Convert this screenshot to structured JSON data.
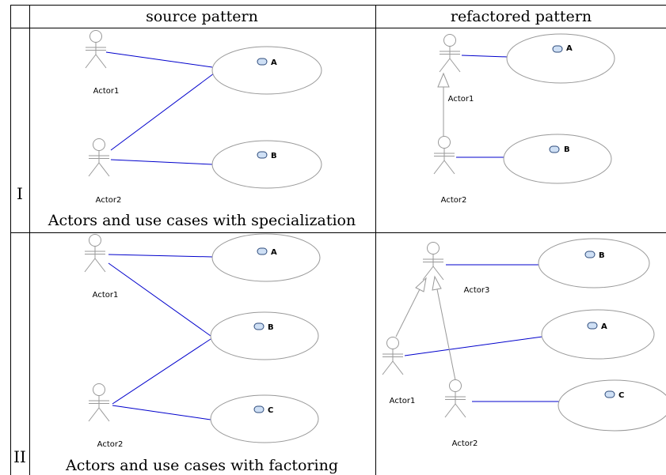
{
  "table": {
    "header_left": "source pattern",
    "header_right": "refactored pattern",
    "rows": [
      {
        "label": "I",
        "caption": "Actors and use cases with specialization"
      },
      {
        "label": "II",
        "caption": "Actors and use cases with factoring"
      }
    ]
  },
  "diagrams": {
    "row1_source": {
      "actors": [
        "Actor1",
        "Actor2"
      ],
      "use_cases": [
        "A",
        "B"
      ]
    },
    "row1_refactored": {
      "actors": [
        "Actor1",
        "Actor2"
      ],
      "use_cases": [
        "A",
        "B"
      ]
    },
    "row2_source": {
      "actors": [
        "Actor1",
        "Actor2"
      ],
      "use_cases": [
        "A",
        "B",
        "C"
      ]
    },
    "row2_refactored": {
      "actors": [
        "Actor3",
        "Actor1",
        "Actor2"
      ],
      "use_cases": [
        "B",
        "A",
        "C"
      ]
    }
  },
  "colors": {
    "association": "#0000cc",
    "outline": "#999999",
    "icon_fill": "#cfe0f5",
    "icon_stroke": "#2c4a7a",
    "grid": "#000000"
  }
}
